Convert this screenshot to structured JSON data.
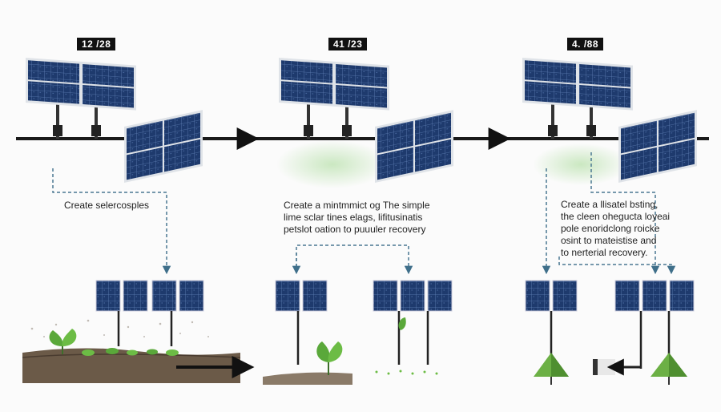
{
  "stages": [
    {
      "id": "stage-1",
      "badge": "12 /28",
      "caption": [
        "Create selercosples"
      ]
    },
    {
      "id": "stage-2",
      "badge": "41 /23",
      "caption": [
        "Create a mintmmict og The simple",
        "lime sclar tines elags, lifitusinatis",
        "petslot oation to puuuler recovery"
      ]
    },
    {
      "id": "stage-3",
      "badge": "4. /88",
      "caption": [
        "Create a llisatel bsting,",
        "the cleen ohegucta loyeai",
        "pole enoridclong roicke",
        "osint to mateistise and",
        "to nerterial recovery."
      ]
    }
  ],
  "colors": {
    "panel_fill": "#1f3a6b",
    "panel_frame": "#d9dde3",
    "dashed_arrow": "#4a7891",
    "ground": "#6b5a48",
    "leaf": "#5aa83a",
    "tree": "#6cb045"
  }
}
